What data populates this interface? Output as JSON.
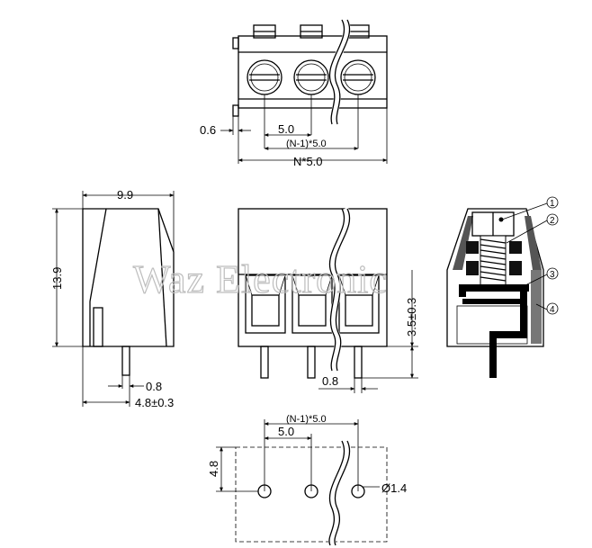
{
  "watermark": "Waz Electronic",
  "top_view": {
    "dim_pin_offset": "0.6",
    "dim_pitch": "5.0",
    "dim_span": "(N-1)*5.0",
    "dim_total": "N*5.0"
  },
  "side_view": {
    "dim_width": "9.9",
    "dim_height": "13.9",
    "dim_pin": "0.8",
    "dim_pin_pos": "4.8±0.3"
  },
  "front_view": {
    "dim_pin_length": "3.5±0.3",
    "dim_pin_width": "0.8"
  },
  "section_view": {
    "callouts": [
      "1",
      "2",
      "3",
      "4"
    ]
  },
  "footprint": {
    "dim_span": "(N-1)*5.0",
    "dim_pitch": "5.0",
    "dim_row": "4.8",
    "dim_hole": "Ø1.4"
  }
}
